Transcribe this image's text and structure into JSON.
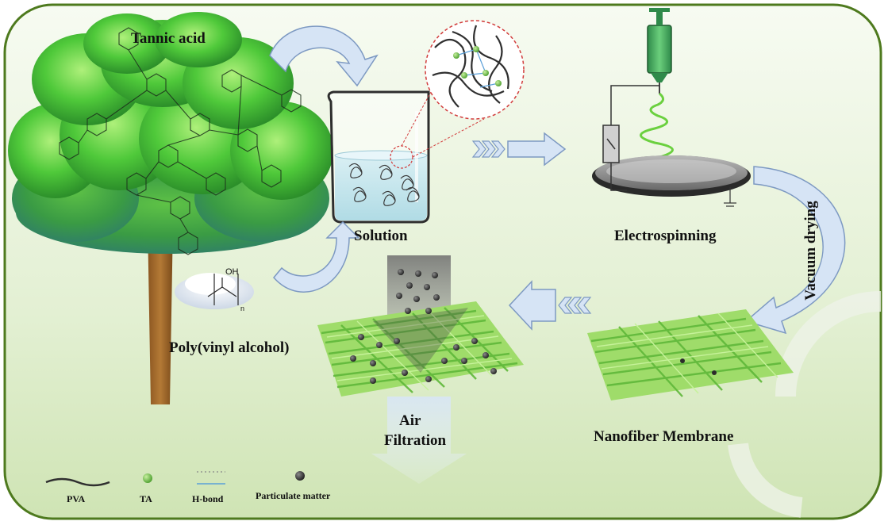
{
  "labels": {
    "tannic_acid": "Tannic acid",
    "solution": "Solution",
    "electrospinning": "Electrospinning",
    "vacuum_drying": "Vacuum drying",
    "poly_vinyl_alcohol": "Poly(vinyl alcohol)",
    "air": "Air",
    "filtration": "Filtration",
    "nanofiber_membrane": "Nanofiber Membrane",
    "oh": "OH",
    "n": "n"
  },
  "legend": {
    "pva": "PVA",
    "ta": "TA",
    "h_bond": "H-bond",
    "particulate": "Particulate matter"
  },
  "colors": {
    "frame": "#4e7a1e",
    "background_top": "#f4f9ee",
    "background_bottom": "#cfe5b3",
    "arrow_fill": "#d6e4f5",
    "arrow_stroke": "#7d99c2",
    "tree_green": "#4fc93a",
    "trunk": "#a26a2c",
    "fiber_green": "#7fce4b",
    "particle": "#2b2b2b"
  }
}
